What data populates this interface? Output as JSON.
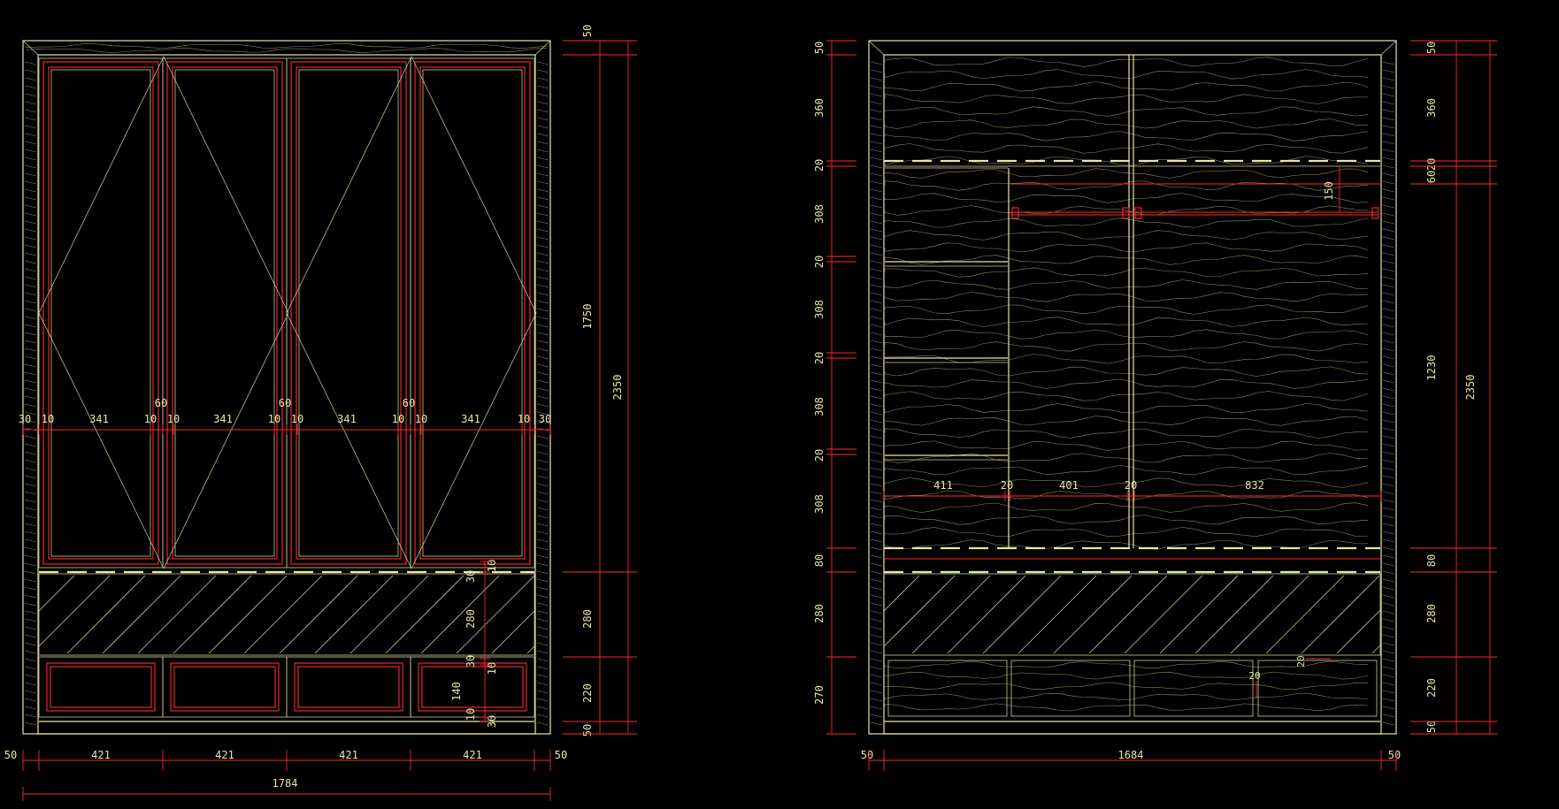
{
  "colors": {
    "background": "#000000",
    "outline": "#e8e6a8",
    "dimension": "#ff2a2a",
    "text": "#e8e6a8"
  },
  "left_elevation": {
    "width_dims": [
      "421",
      "421",
      "421",
      "421"
    ],
    "total_width": "1784",
    "side_margin_left": "50",
    "side_margin_right": "50",
    "door_dims": [
      "30",
      "10",
      "341",
      "10",
      "60",
      "10",
      "341",
      "10",
      "60",
      "10",
      "341",
      "10",
      "60",
      "10",
      "341",
      "10",
      "30"
    ],
    "right_dims": [
      "50",
      "1750",
      "280",
      "220",
      "50"
    ],
    "total_height": "2350",
    "drawer_dims": [
      "10",
      "30",
      "280",
      "30",
      "10",
      "140",
      "10",
      "30"
    ]
  },
  "right_elevation": {
    "left_dims": [
      "50",
      "360",
      "20",
      "308",
      "20",
      "308",
      "20",
      "308",
      "20",
      "308",
      "80",
      "280",
      "270"
    ],
    "right_dims": [
      "50",
      "360",
      "20",
      "60",
      "1230",
      "80",
      "280",
      "220",
      "50"
    ],
    "total_height": "2350",
    "interior_widths": [
      "411",
      "20",
      "401",
      "20",
      "832"
    ],
    "rail_dim": "150",
    "drawer_gaps": [
      "20",
      "20"
    ],
    "bottom_dims": [
      "50",
      "1684",
      "50"
    ]
  }
}
